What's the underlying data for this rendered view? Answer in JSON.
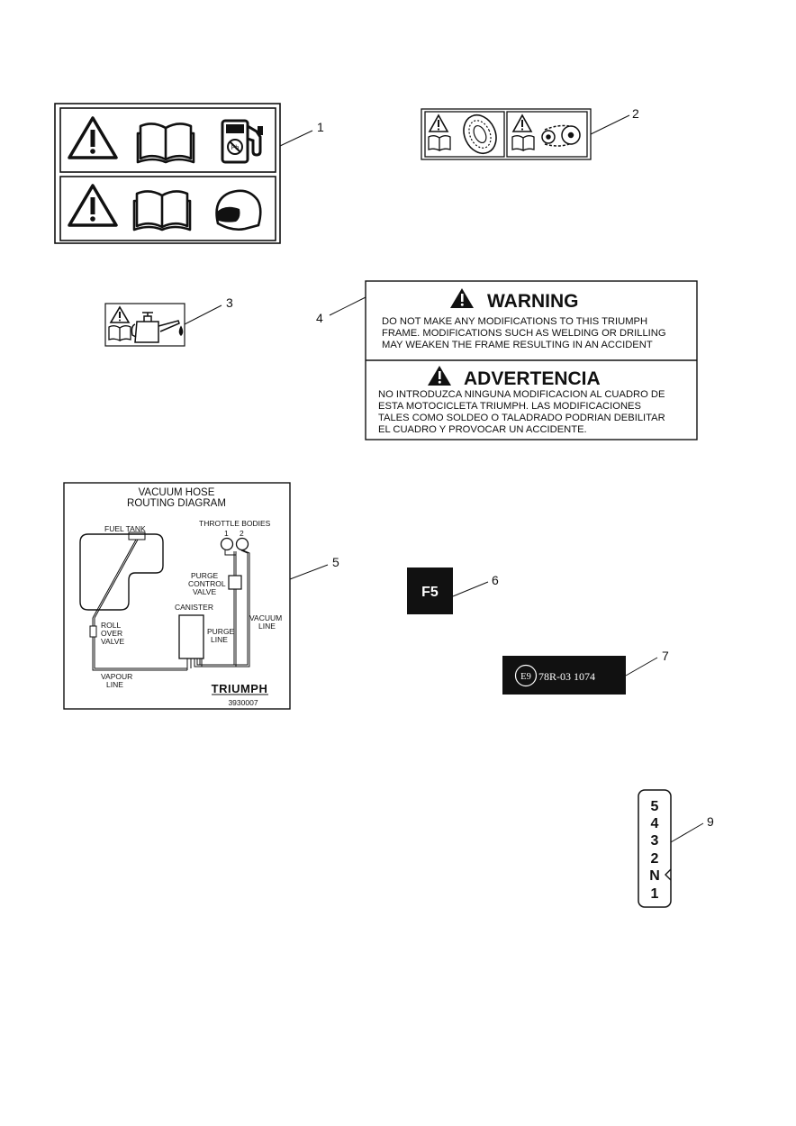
{
  "callouts": [
    "1",
    "2",
    "3",
    "4",
    "5",
    "6",
    "7",
    "9"
  ],
  "warning_decal": {
    "en_title": "WARNING",
    "en_lines": [
      "DO  NOT MAKE ANY MODIFICATIONS TO THIS TRIUMPH",
      "FRAME.  MODIFICATIONS SUCH AS WELDING OR DRILLING",
      "MAY WEAKEN THE FRAME RESULTING IN AN ACCIDENT"
    ],
    "es_title": "ADVERTENCIA",
    "es_lines": [
      "NO INTRODUZCA NINGUNA MODIFICACION AL CUADRO DE",
      "ESTA MOTOCICLETA TRIUMPH.  LAS MODIFICACIONES",
      "TALES COMO SOLDEO O TALADRADO PODRIAN DEBILITAR",
      "EL CUADRO Y PROVOCAR UN ACCIDENTE."
    ]
  },
  "vacuum_diagram": {
    "title_line1": "VACUUM HOSE",
    "title_line2": "ROUTING DIAGRAM",
    "fuel_tank": "FUEL TANK",
    "throttle_bodies": "THROTTLE BODIES",
    "tb1": "1",
    "tb2": "2",
    "purge_control_valve": [
      "PURGE",
      "CONTROL",
      "VALVE"
    ],
    "canister": "CANISTER",
    "purge_line": [
      "PURGE",
      "LINE"
    ],
    "vacuum_line": [
      "VACUUM",
      "LINE"
    ],
    "roll_over_valve": [
      "ROLL",
      "OVER",
      "VALVE"
    ],
    "vapour_line": [
      "VAPOUR",
      "LINE"
    ],
    "brand": "TRIUMPH",
    "part_number": "3930007"
  },
  "fuse_label": "F5",
  "homologation_circle": "E9",
  "homologation_code": "78R-03 1074",
  "gear_indicator": [
    "5",
    "4",
    "3",
    "2",
    "N",
    "1"
  ]
}
